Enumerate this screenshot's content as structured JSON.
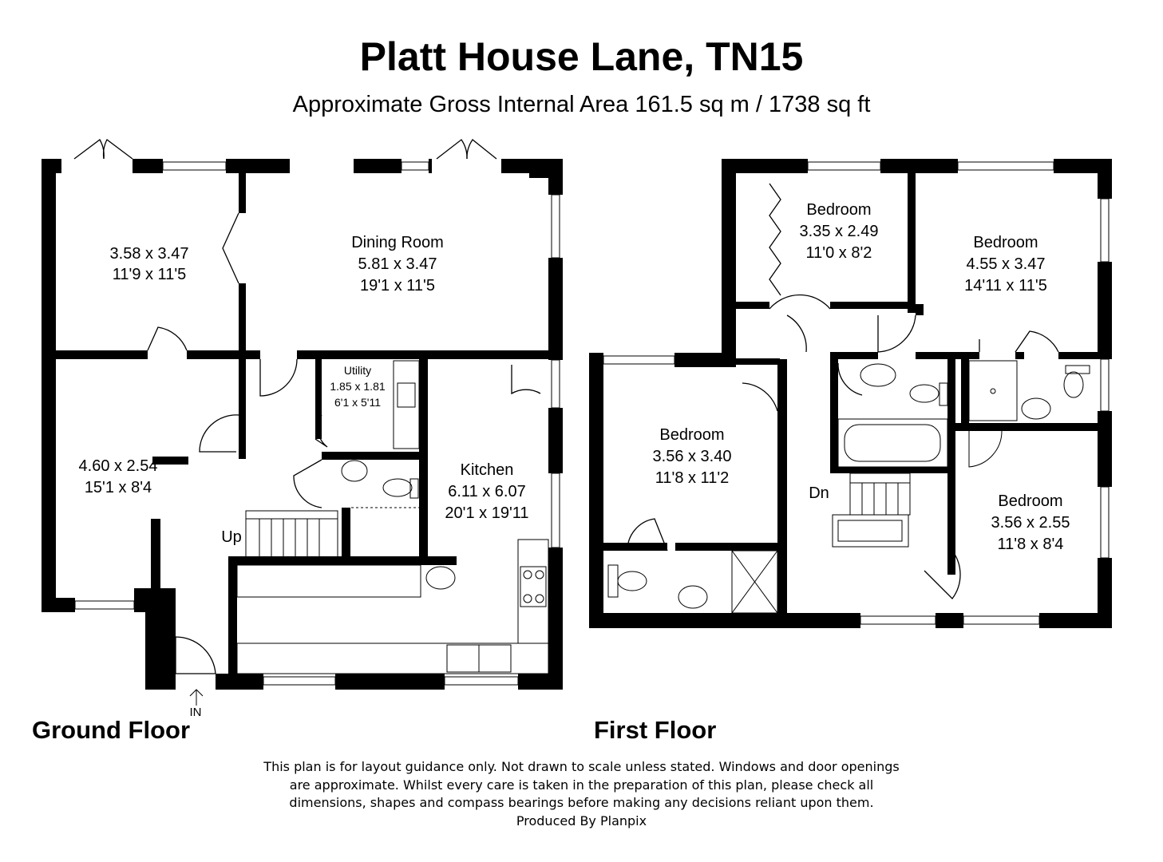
{
  "title": "Platt House Lane, TN15",
  "subtitle": "Approximate Gross Internal Area  161.5 sq m / 1738 sq ft",
  "ground_floor": {
    "label": "Ground Floor",
    "entrance": "IN",
    "stairs": "Up",
    "rooms": [
      {
        "name": "",
        "metric": "3.58 x 3.47",
        "imperial": "11'9 x 11'5"
      },
      {
        "name": "Dining Room",
        "metric": "5.81 x 3.47",
        "imperial": "19'1 x 11'5"
      },
      {
        "name": "",
        "metric": "4.60 x 2.54",
        "imperial": "15'1 x 8'4"
      },
      {
        "name": "Utility",
        "metric": "1.85 x 1.81",
        "imperial": "6'1 x 5'11"
      },
      {
        "name": "Kitchen",
        "metric": "6.11 x 6.07",
        "imperial": "20'1 x 19'11"
      }
    ]
  },
  "first_floor": {
    "label": "First Floor",
    "stairs": "Dn",
    "rooms": [
      {
        "name": "Bedroom",
        "metric": "3.35 x 2.49",
        "imperial": "11'0 x 8'2"
      },
      {
        "name": "Bedroom",
        "metric": "4.55 x 3.47",
        "imperial": "14'11 x 11'5"
      },
      {
        "name": "Bedroom",
        "metric": "3.56 x 3.40",
        "imperial": "11'8 x 11'2"
      },
      {
        "name": "Bedroom",
        "metric": "3.56 x 2.55",
        "imperial": "11'8 x 8'4"
      }
    ]
  },
  "disclaimer": [
    "This plan is for layout guidance only. Not drawn to scale unless stated. Windows and door openings",
    "are approximate. Whilst every care is taken in the preparation of this plan, please check all",
    "dimensions, shapes and compass bearings before making any decisions reliant upon them.",
    "Produced By Planpix"
  ]
}
